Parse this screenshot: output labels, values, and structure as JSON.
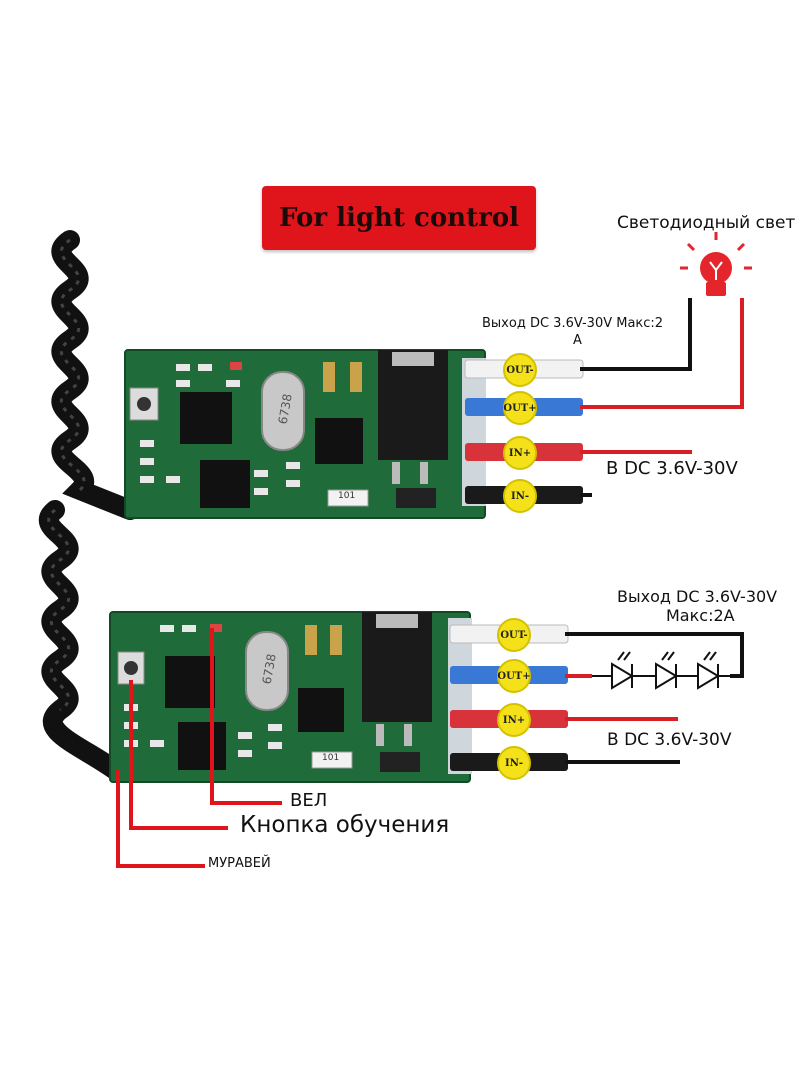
{
  "title": "For light control",
  "top": {
    "led_label": "Светодиодный свет",
    "output_label_line1": "Выход DC 3.6V-30V Макс:2",
    "output_label_line2": "А",
    "input_label": "В DC 3.6V-30V",
    "terminals": [
      "OUT-",
      "OUT+",
      "IN+",
      "IN-"
    ]
  },
  "bottom": {
    "output_label_line1": "Выход DC 3.6V-30V",
    "output_label_line2": "Макс:2А",
    "input_label": "В DC 3.6V-30V",
    "terminals": [
      "OUT-",
      "OUT+",
      "IN+",
      "IN-"
    ],
    "callouts": {
      "led": "ВЕЛ",
      "learn_button": "Кнопка обучения",
      "antenna": "МУРАВЕЙ"
    }
  },
  "chips": {
    "crystal": "6738",
    "resistor": "101"
  },
  "colors": {
    "title_bg": "#e0141b",
    "pcb": "#1f6b3a",
    "pad": "#f5e11a",
    "callout_red": "#e0141b"
  }
}
